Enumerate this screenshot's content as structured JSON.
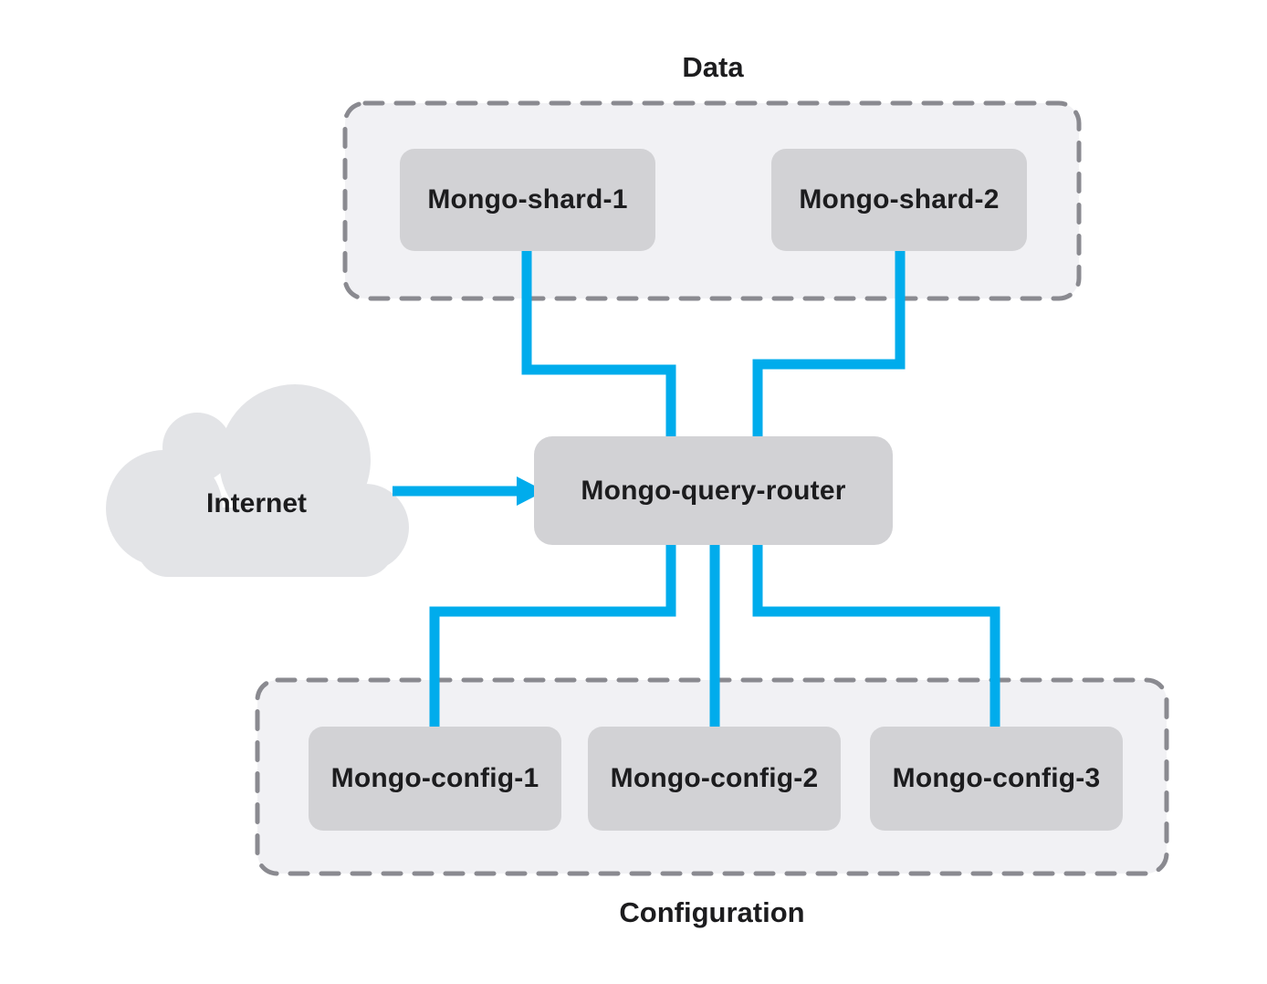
{
  "colors": {
    "accent": "#00acec",
    "node-fill": "#d2d2d5",
    "group-fill": "#f1f1f4",
    "group-border": "#8a8a90",
    "cloud-fill": "#e3e4e7",
    "text": "#1c1c1e",
    "canvas": "#ffffff"
  },
  "internet": {
    "label": "Internet"
  },
  "router": {
    "label": "Mongo-query-router"
  },
  "data_group": {
    "label": "Data",
    "nodes": [
      {
        "label": "Mongo-shard-1"
      },
      {
        "label": "Mongo-shard-2"
      }
    ]
  },
  "config_group": {
    "label": "Configuration",
    "nodes": [
      {
        "label": "Mongo-config-1"
      },
      {
        "label": "Mongo-config-2"
      },
      {
        "label": "Mongo-config-3"
      }
    ]
  },
  "connections": [
    {
      "from": "Internet",
      "to": "Mongo-query-router",
      "style": "arrow"
    },
    {
      "from": "Mongo-shard-1",
      "to": "Mongo-query-router",
      "style": "line"
    },
    {
      "from": "Mongo-shard-2",
      "to": "Mongo-query-router",
      "style": "line"
    },
    {
      "from": "Mongo-query-router",
      "to": "Mongo-config-1",
      "style": "line"
    },
    {
      "from": "Mongo-query-router",
      "to": "Mongo-config-2",
      "style": "line"
    },
    {
      "from": "Mongo-query-router",
      "to": "Mongo-config-3",
      "style": "line"
    }
  ]
}
